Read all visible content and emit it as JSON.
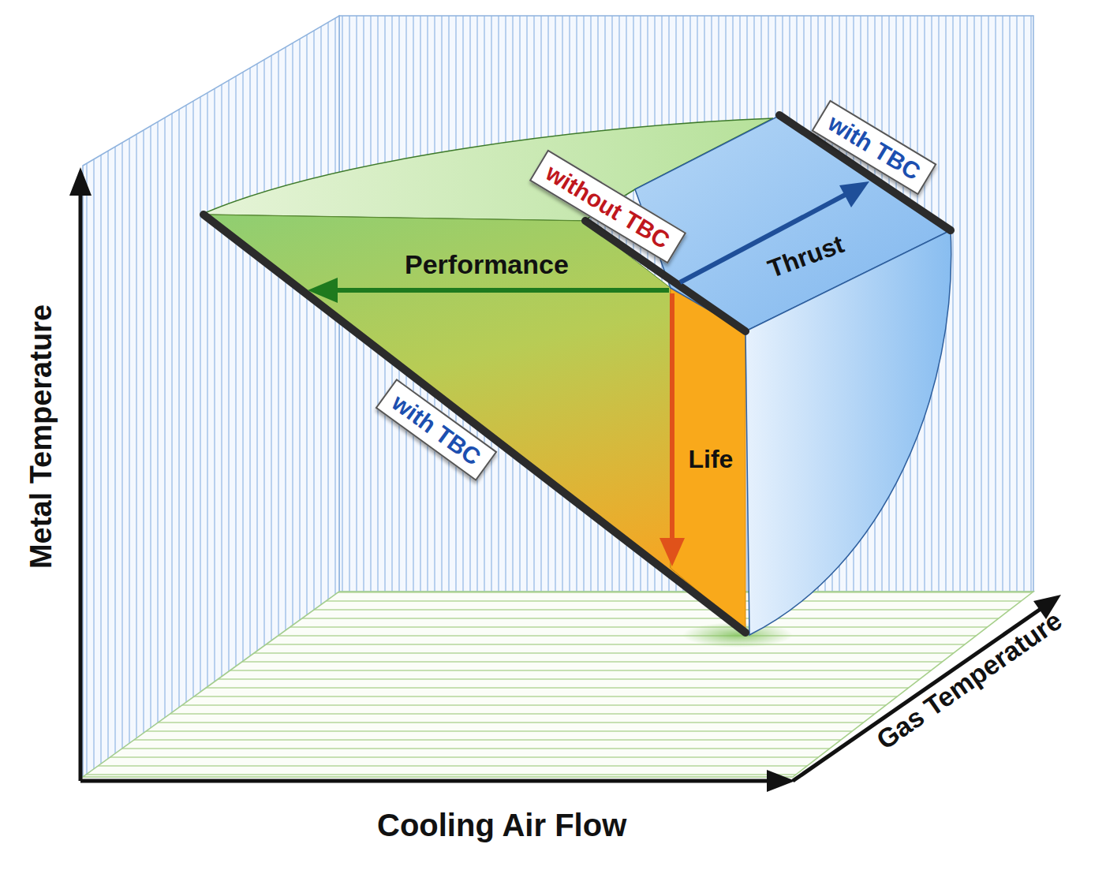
{
  "diagram": {
    "nodes": [
      {
        "text": [
          "without TBC"
        ]
      },
      {
        "text": [
          "with TBC"
        ]
      },
      {
        "text": [
          "with TBC"
        ]
      }
    ],
    "labels": [
      "Performance",
      "Thrust",
      "Life",
      "Metal Temperature",
      "Cooling Air Flow",
      "Gas Temperature"
    ]
  }
}
